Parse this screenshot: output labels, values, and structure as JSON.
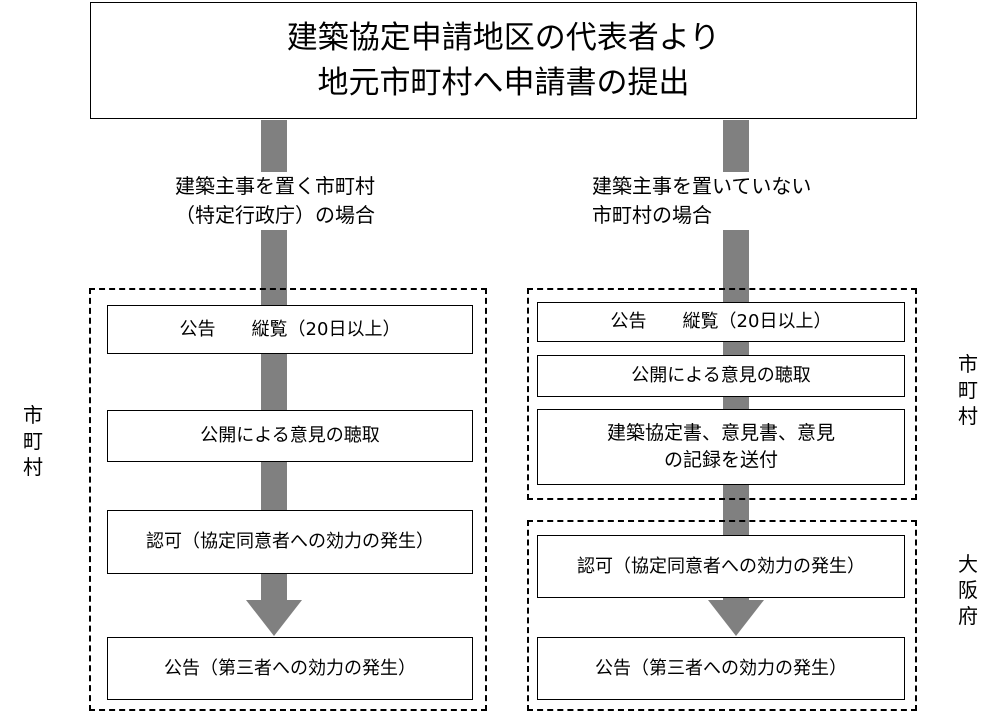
{
  "top_box": "建築協定申請地区の代表者より\n地元市町村へ申請書の提出",
  "left": {
    "case_label": "建築主事を置く市町村\n（特定行政庁）の場合",
    "notice_review": "公告　　縦覧（20日以上）",
    "hearing": "公開による意見の聴取",
    "approval": "認可（協定同意者への効力の発生）",
    "announcement": "公告（第三者への効力の発生）"
  },
  "right": {
    "case_label": "建築主事を置いていない\n市町村の場合",
    "notice_review": "公告　　縦覧（20日以上）",
    "hearing": "公開による意見の聴取",
    "send_docs": "建築協定書、意見書、意見\nの記録を送付",
    "approval": "認可（協定同意者への効力の発生）",
    "announcement": "公告（第三者への効力の発生）"
  },
  "side_labels": {
    "left_municipality": "市\n町\n村",
    "right_municipality": "市\n町\n村",
    "right_osaka": "大\n阪\n府"
  }
}
